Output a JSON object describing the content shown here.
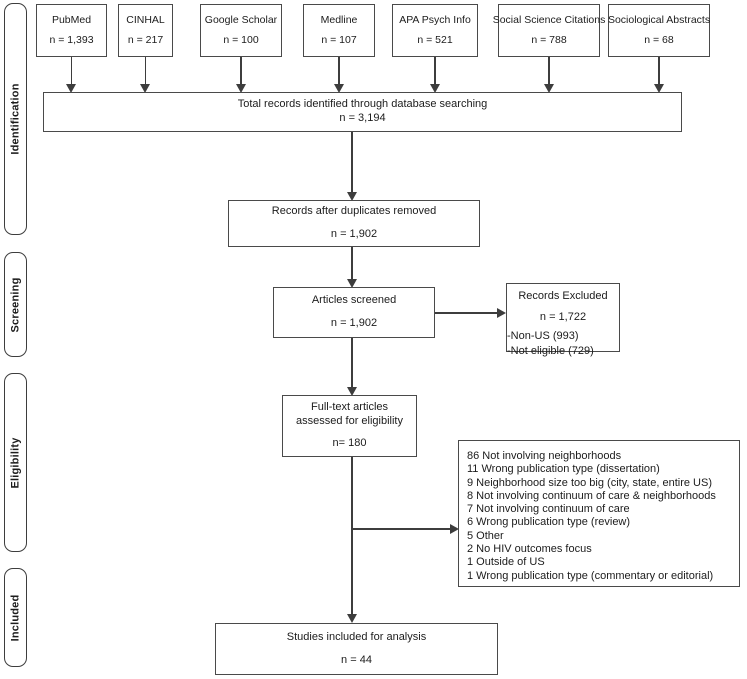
{
  "stages": [
    {
      "label": "Identification"
    },
    {
      "label": "Screening"
    },
    {
      "label": "Eligibility"
    },
    {
      "label": "Included"
    }
  ],
  "sources": [
    {
      "name": "PubMed",
      "count": "n = 1,393"
    },
    {
      "name": "CINHAL",
      "count": "n = 217"
    },
    {
      "name": "Google Scholar",
      "count": "n = 100"
    },
    {
      "name": "Medline",
      "count": "n = 107"
    },
    {
      "name": "APA Psych Info",
      "count": "n = 521"
    },
    {
      "name": "Social Science Citations",
      "count": "n = 788"
    },
    {
      "name": "Sociological Abstracts",
      "count": "n = 68"
    }
  ],
  "total": {
    "line1": "Total records identified through database searching",
    "line2": "n = 3,194"
  },
  "duplicates_removed": {
    "line1": "Records after duplicates removed",
    "line2": "n = 1,902"
  },
  "screened": {
    "line1": "Articles screened",
    "line2": "n = 1,902"
  },
  "excluded": {
    "title": "Records Excluded",
    "count": "n = 1,722",
    "items": [
      "-Non-US (993)",
      "-Not eligible (729)"
    ]
  },
  "fulltext": {
    "line1": "Full-text articles",
    "line2": "assessed for eligibility",
    "count": "n= 180"
  },
  "reasons": [
    "86 Not involving neighborhoods",
    "11 Wrong publication type (dissertation)",
    "9 Neighborhood size too big (city, state, entire US)",
    "8 Not involving continuum of care & neighborhoods",
    "7 Not involving continuum of care",
    "6 Wrong publication type (review)",
    "5 Other",
    "2 No HIV outcomes focus",
    "1 Outside of US",
    "1 Wrong publication type (commentary or editorial)"
  ],
  "included": {
    "line1": "Studies included for analysis",
    "line2": "n = 44"
  },
  "colors": {
    "border": "#4a4a4a",
    "line": "#3d3d3d",
    "text": "#1c1c1c",
    "background": "#ffffff"
  }
}
